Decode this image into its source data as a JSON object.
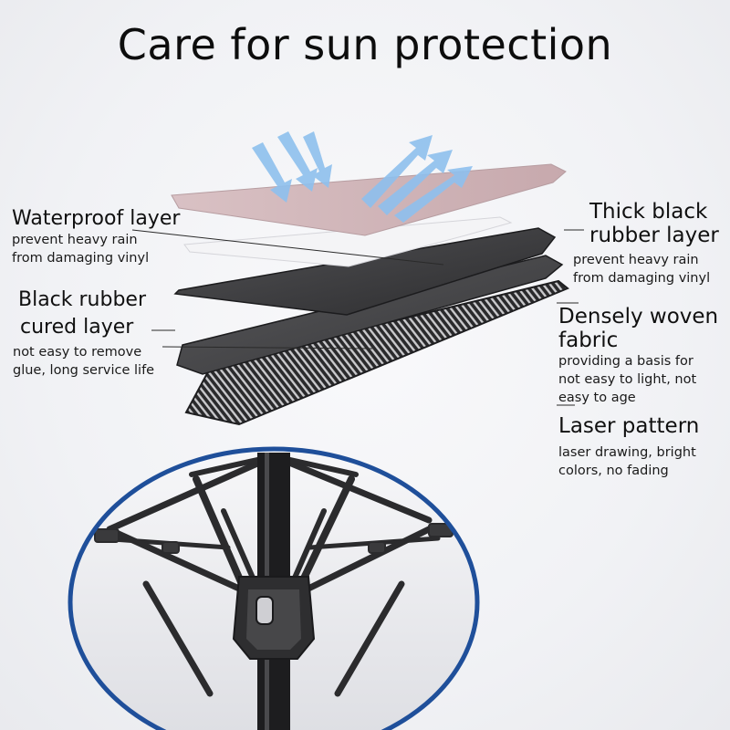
{
  "title": "Care for sun protection",
  "layers": [
    {
      "heading_lines": [
        "Waterproof layer"
      ],
      "description_lines": [
        "prevent heavy rain",
        "from damaging vinyl"
      ]
    },
    {
      "heading_lines": [
        "Black rubber",
        "cured layer"
      ],
      "description_lines": [
        "not easy to remove",
        "glue, long service life"
      ]
    },
    {
      "heading_lines": [
        "Thick black",
        "rubber layer"
      ],
      "description_lines": [
        "prevent heavy rain",
        "from damaging vinyl"
      ]
    },
    {
      "heading_lines": [
        "Densely woven",
        "fabric"
      ],
      "description_lines": [
        "providing a basis for",
        "not easy to light, not",
        "easy to age"
      ]
    },
    {
      "heading_lines": [
        "Laser pattern"
      ],
      "description_lines": [
        "laser drawing, bright",
        "colors, no fading"
      ]
    }
  ],
  "colors": {
    "title": "#0d0d0d",
    "top_layer": "#c7a9ad",
    "white_layer": "#f4f4f6",
    "rubber_layer": "#3a3a3c",
    "arrows": "#8ec0ee",
    "lens_ring": "#1f4f9a",
    "frame": "#2b2b2d"
  },
  "icons": [
    "sun-ray-down-arrows",
    "reflected-ray-up-arrows",
    "umbrella-frame-zoom-lens"
  ]
}
